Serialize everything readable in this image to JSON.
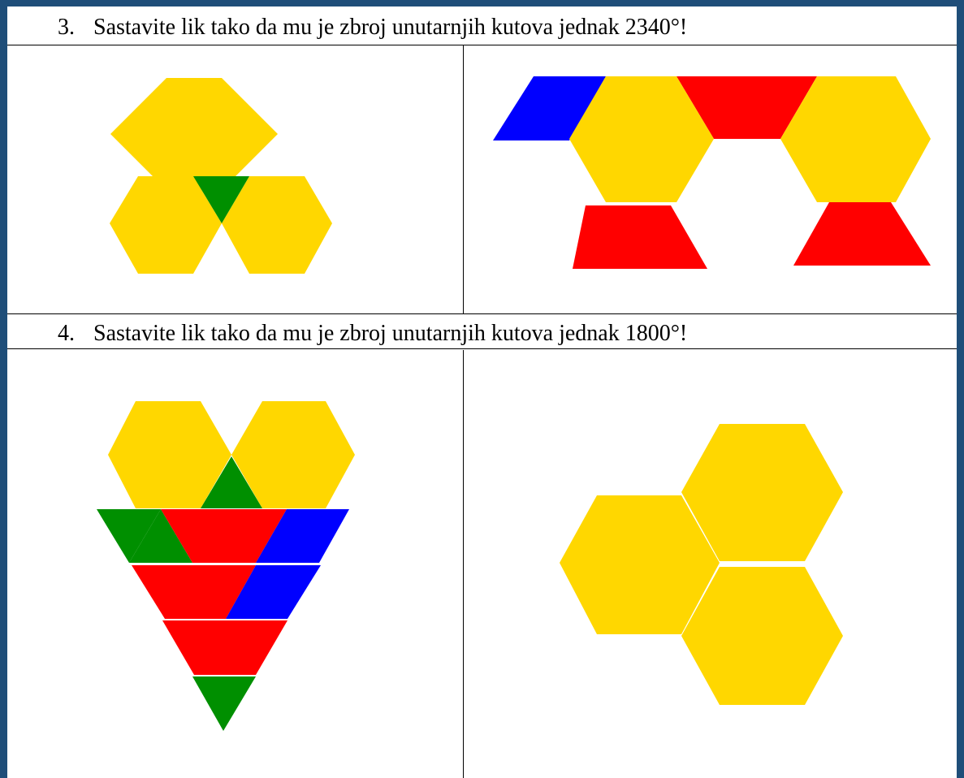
{
  "tasks": [
    {
      "number": "3.",
      "text": "Sastavite lik tako da mu je zbroj unutarnjih kutova jednak 2340°!"
    },
    {
      "number": "4.",
      "text": "Sastavite lik tako da mu je zbroj unutarnjih kutova jednak 1800°!"
    }
  ],
  "colors": {
    "hexagon": "#ffd700",
    "triangle": "#008f00",
    "trapezoid": "#ff0000",
    "rhombus": "#0000ff",
    "frame": "#1f4e79"
  }
}
